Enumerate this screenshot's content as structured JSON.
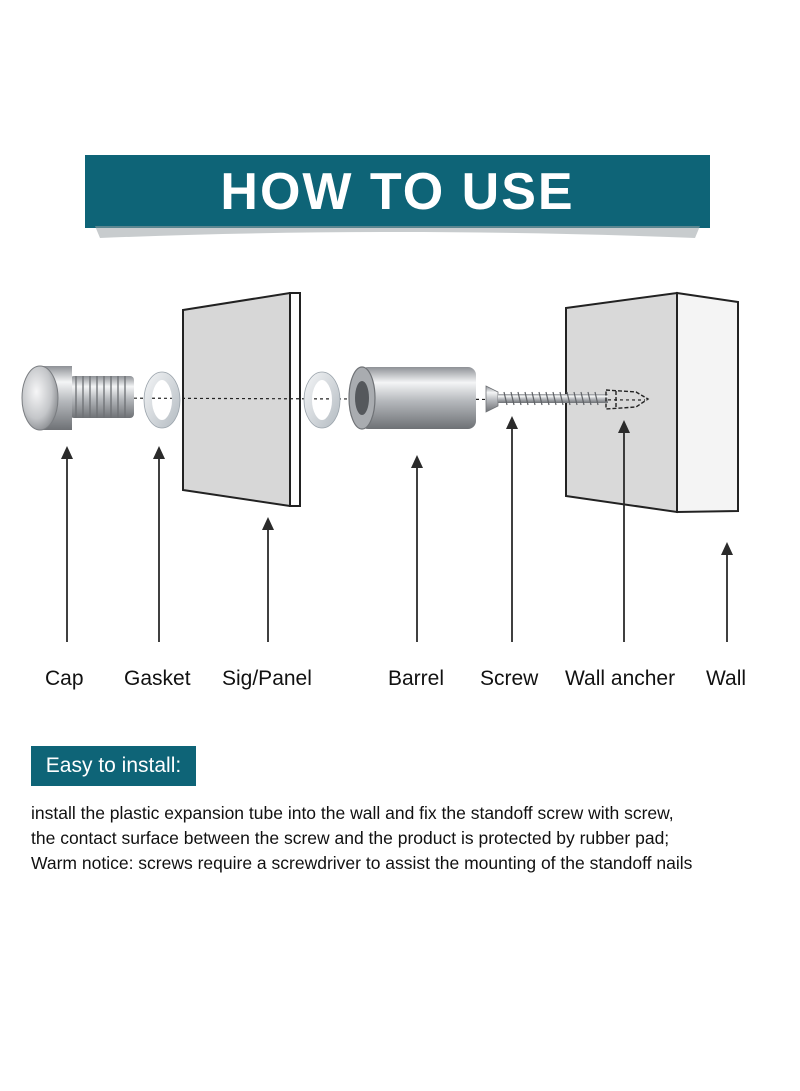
{
  "title": "HOW TO USE",
  "labels": {
    "cap": "Cap",
    "gasket": "Gasket",
    "panel": "Sig/Panel",
    "barrel": "Barrel",
    "screw": "Screw",
    "anchor": "Wall ancher",
    "wall": "Wall"
  },
  "section_heading": "Easy to install:",
  "description": [
    "install the plastic expansion tube into the wall and fix the standoff screw with screw,",
    "the contact surface between the screw and the product is protected by rubber pad;",
    "Warm notice: screws require a screwdriver to assist the mounting of the standoff nails"
  ],
  "colors": {
    "accent": "#0e6477",
    "panel_face": "#d6d6d6",
    "metal": "#b9bcc0"
  }
}
